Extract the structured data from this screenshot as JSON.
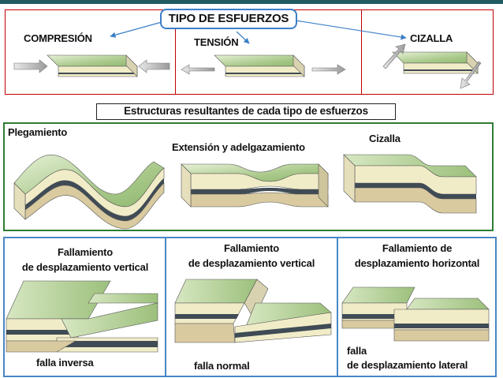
{
  "title": "TIPO DE ESFUERZOS",
  "stress_types": {
    "compresion": "COMPRESIÓN",
    "tension": "TENSIÓN",
    "cizalla": "CIZALLA"
  },
  "subtitle": "Estructuras resultantes de cada tipo de esfuerzos",
  "structures": {
    "plegamiento": "Plegamiento",
    "extension": "Extensión y adelgazamiento",
    "cizalla": "Cizalla"
  },
  "faults": {
    "vertical1_line1": "Fallamiento",
    "vertical1_line2": "de desplazamiento vertical",
    "vertical2_line1": "Fallamiento",
    "vertical2_line2": "de desplazamiento vertical",
    "horizontal_line1": "Fallamiento de",
    "horizontal_line2": "desplazamiento horizontal",
    "inversa": "falla inversa",
    "normal": "falla normal",
    "lateral_line1": "falla",
    "lateral_line2": "de desplazamiento lateral"
  },
  "colors": {
    "top_border": "#c00000",
    "middle_border": "#2e7d32",
    "bottom_border": "#4a86c5",
    "layer_green": "#a9c98a",
    "layer_cream": "#f1ecc8",
    "layer_dark": "#3f4b55",
    "layer_tan": "#d9caa0"
  }
}
